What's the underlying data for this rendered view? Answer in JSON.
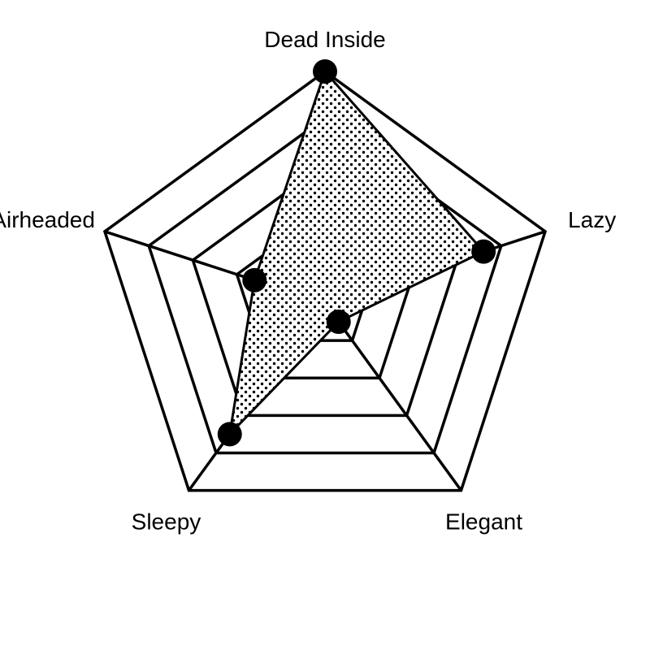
{
  "chart_data": {
    "type": "radar",
    "title": "",
    "scale": {
      "min": 0,
      "max": 5,
      "rings": 5
    },
    "categories": [
      "Dead Inside",
      "Lazy",
      "Elegant",
      "Sleepy",
      "Airheaded"
    ],
    "series": [
      {
        "values": [
          5,
          3.6,
          0.5,
          3.5,
          1.6
        ],
        "fill_pattern": "dots",
        "color": "#000000"
      }
    ],
    "grid": true,
    "legend": "none"
  }
}
